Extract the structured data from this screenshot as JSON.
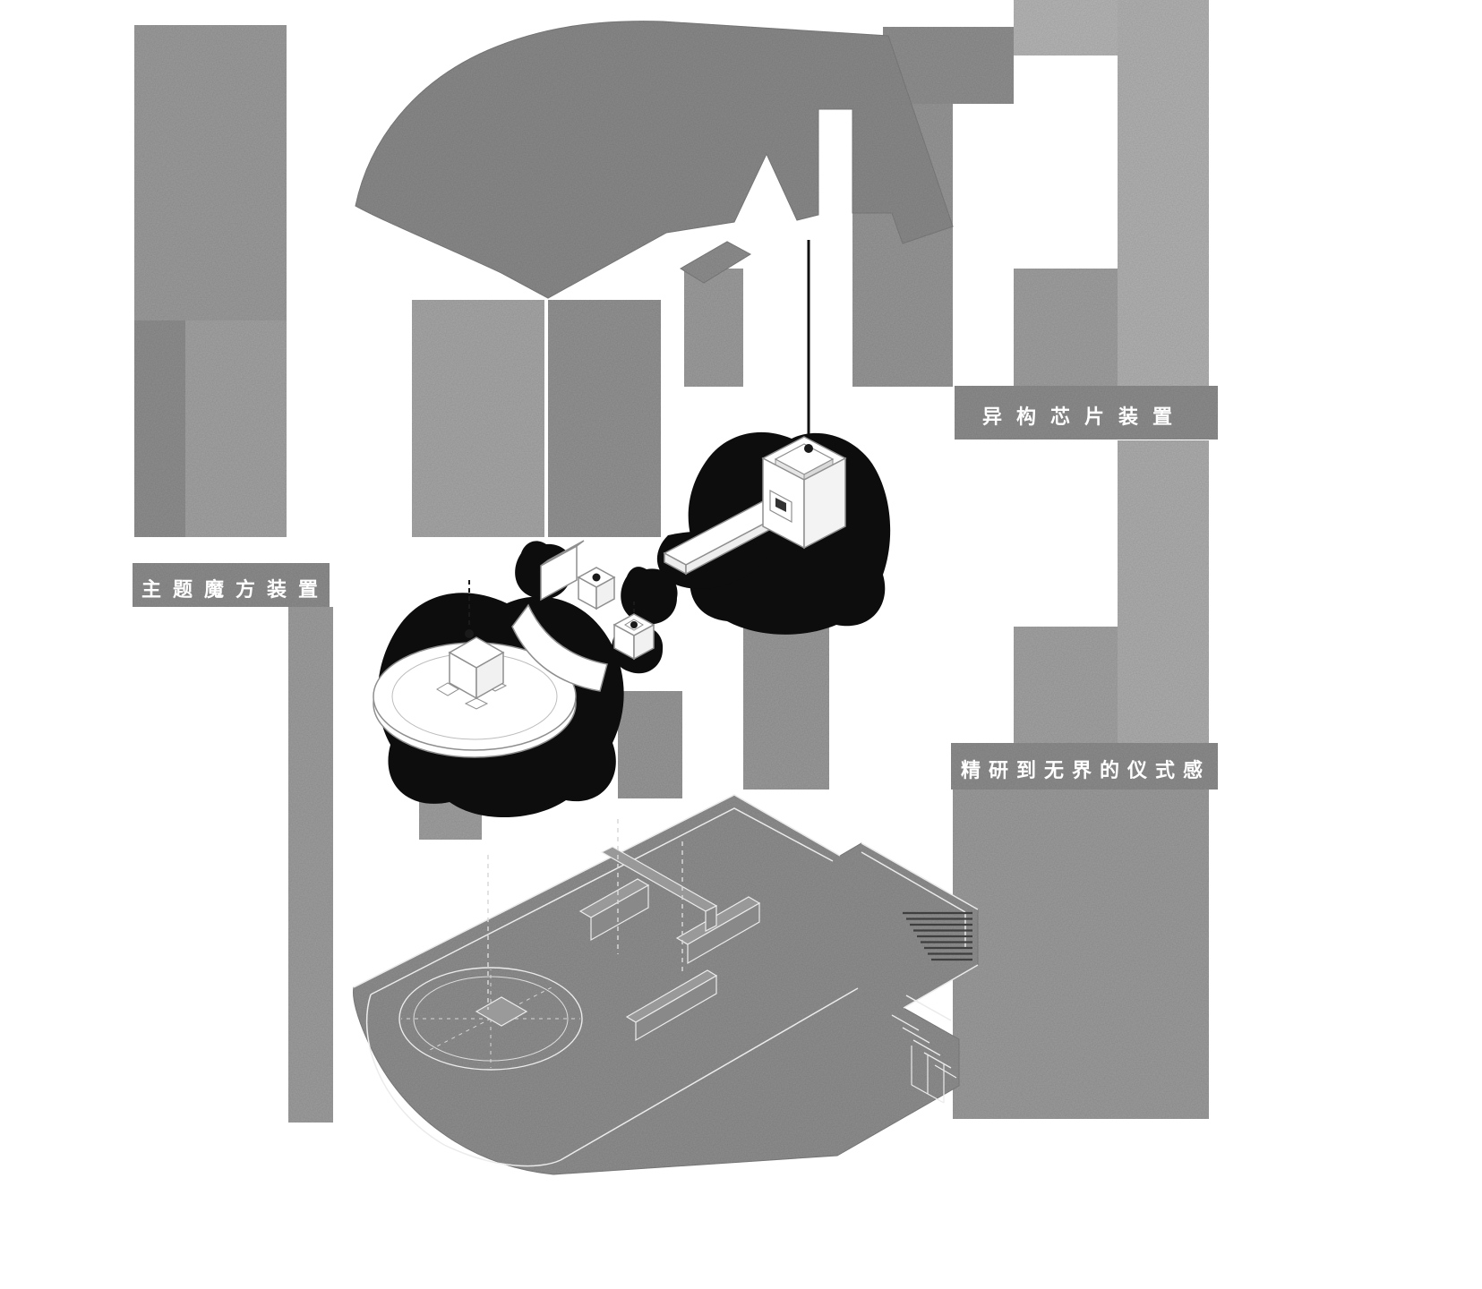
{
  "diagram": {
    "type": "exploded-axonometric-architecture-diagram",
    "labels": {
      "chip_device": "异构芯片装置",
      "cube_device": "主题魔方装置",
      "ritual_caption": "精研到无界的仪式感"
    },
    "colors": {
      "background": "#ffffff",
      "block_gray": "#9a9a9a",
      "slab_gray": "#8a8a8a",
      "plan_gray": "#8f8f8f",
      "shadow_black": "#0d0d0d",
      "object_white": "#ffffff",
      "outline_gray": "#8f8f8f",
      "label_band": "#8d8d8d",
      "label_text": "#ffffff"
    }
  }
}
